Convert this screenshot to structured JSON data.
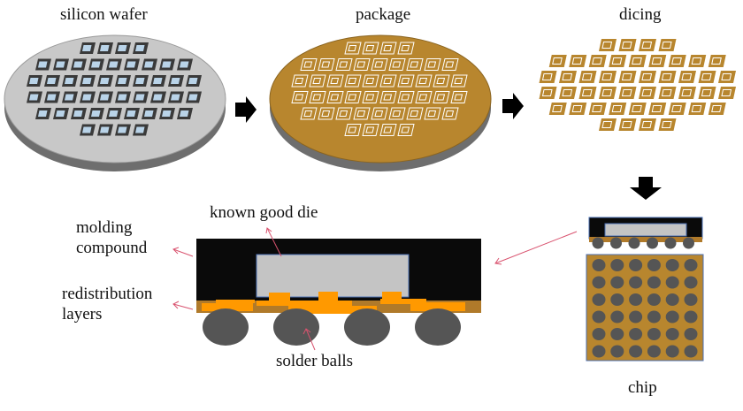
{
  "labels": {
    "silicon_wafer": "silicon wafer",
    "package": "package",
    "dicing": "dicing",
    "known_good_die": "known good die",
    "molding_line1": "molding",
    "molding_line2": "compound",
    "rdl_line1": "redistribution",
    "rdl_line2": "layers",
    "solder_balls": "solder balls",
    "chip": "chip"
  },
  "colors": {
    "wafer_top": "#c8c8c8",
    "wafer_side": "#6e6e6e",
    "die_border": "#3a3a3a",
    "die_fill": "#b9d3e8",
    "package_fill": "#b8862e",
    "molding": "#0a0a0a",
    "die_gray": "#c4c4c4",
    "rdl_orange": "#ff9900",
    "rdl_base": "#b07a2a",
    "solder": "#555555",
    "arrow_black": "#000000",
    "pointer_line": "#d9536f"
  },
  "wafer_grid": {
    "rows": [
      4,
      9,
      10,
      10,
      9,
      4
    ]
  },
  "chip_bottom_grid": {
    "rows": 6,
    "cols": 6
  }
}
